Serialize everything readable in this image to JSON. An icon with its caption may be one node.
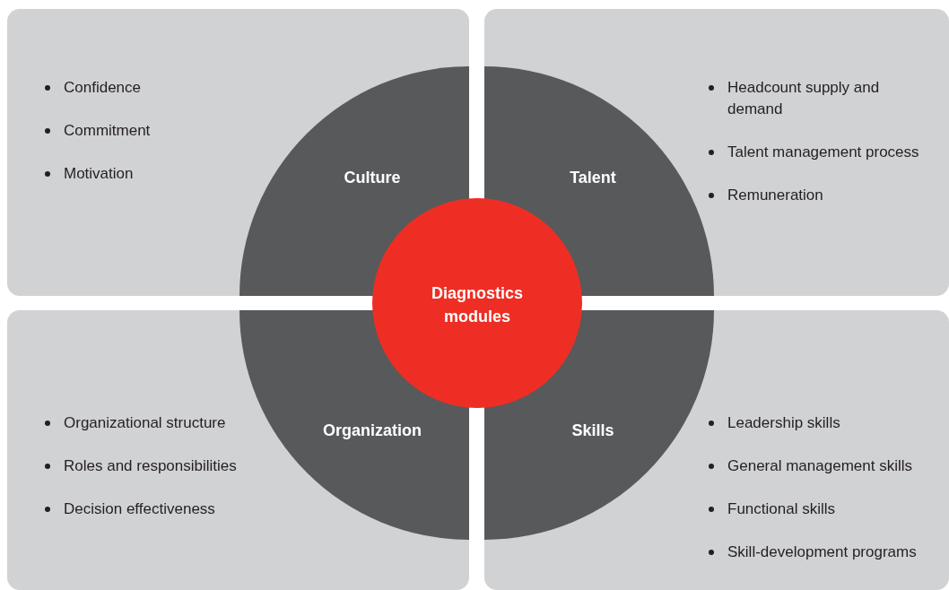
{
  "diagram": {
    "nodes": [
      {
        "text": [
          "Confidence",
          "Commitment",
          "Motivation"
        ]
      },
      {
        "text": [
          "Headcount supply and demand",
          "Talent management process",
          "Remuneration"
        ]
      },
      {
        "text": [
          "Culture"
        ],
        "in": 0
      },
      {
        "text": [
          "Talent"
        ],
        "in": 1
      },
      {
        "text": [
          "Diagnostics modules"
        ]
      },
      {
        "text": [
          "Organization"
        ],
        "in": 7
      },
      {
        "text": [
          "Skills"
        ],
        "in": 8
      },
      {
        "text": [
          "Organizational structure",
          "Roles and responsibilities",
          "Decision effectiveness"
        ]
      },
      {
        "text": [
          "Leadership skills",
          "General management skills",
          "Functional skills",
          "Skill-development programs"
        ]
      }
    ]
  }
}
